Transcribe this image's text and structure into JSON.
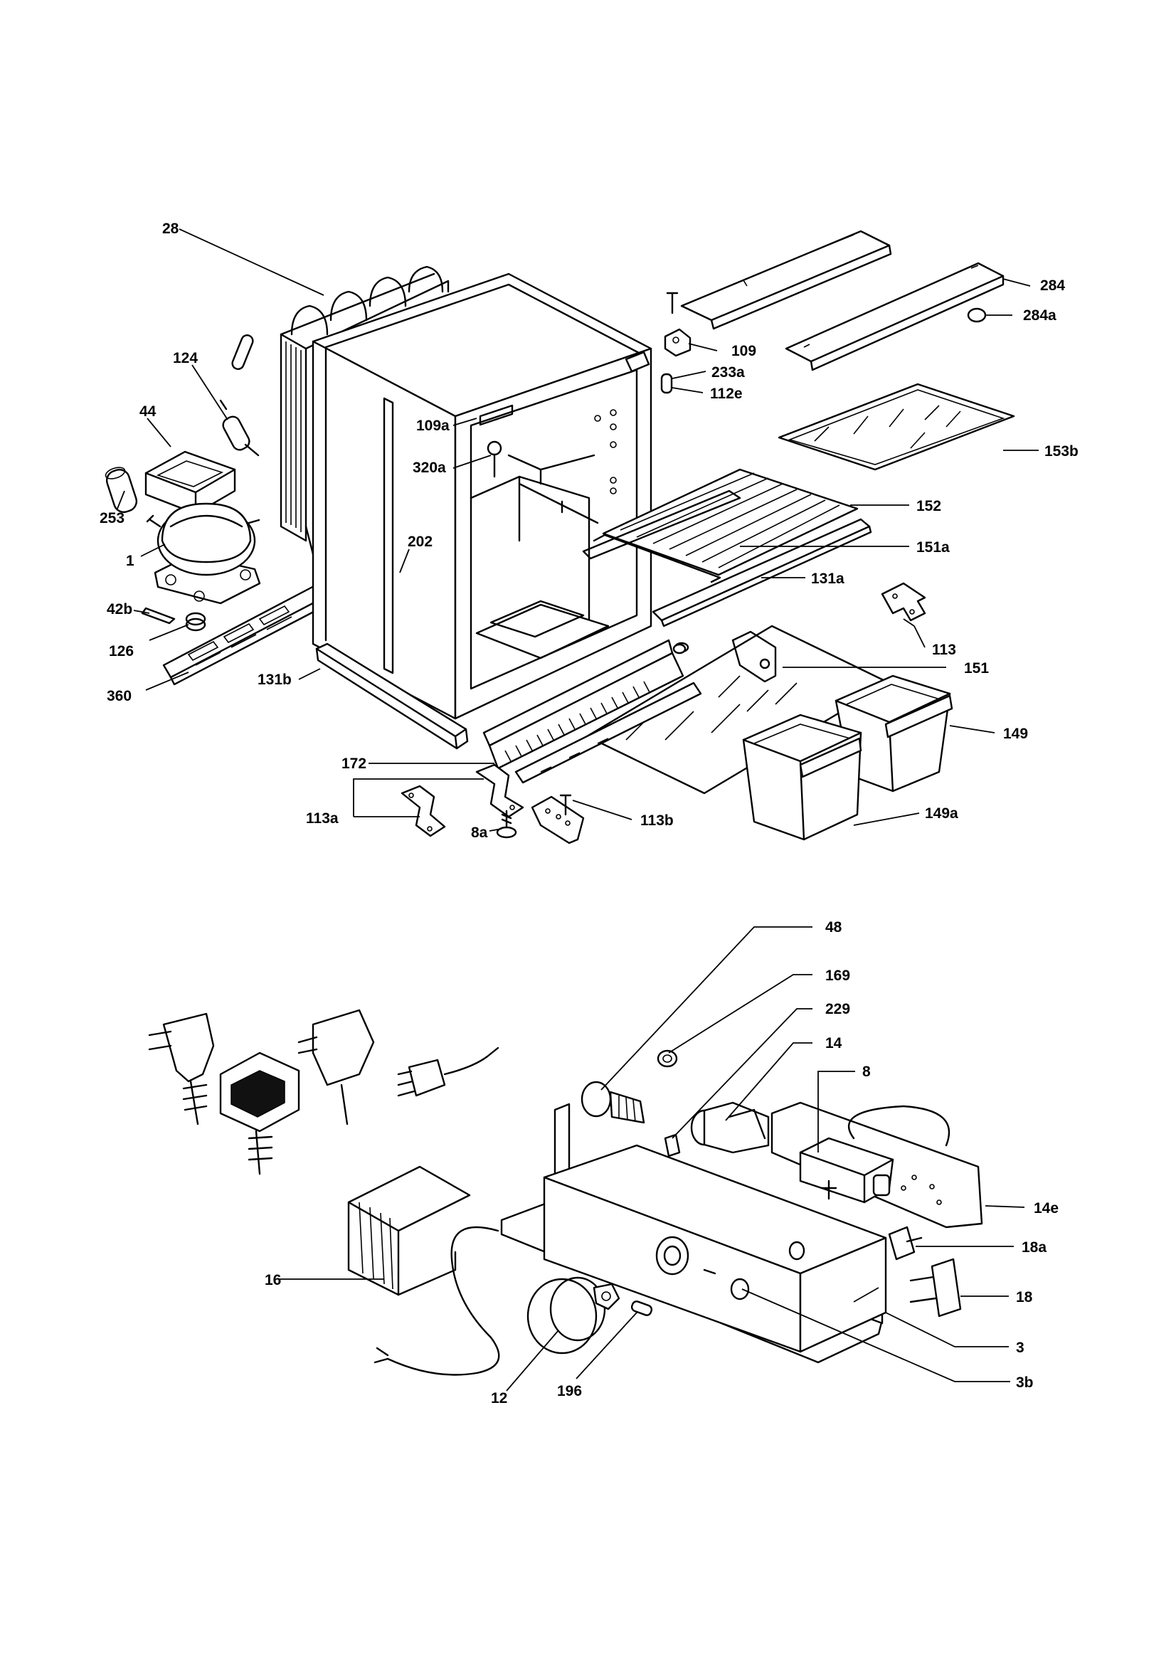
{
  "labels": {
    "l28": "28",
    "l124": "124",
    "l44": "44",
    "l253": "253",
    "l1": "1",
    "l42b": "42b",
    "l126": "126",
    "l360": "360",
    "l131b": "131b",
    "l202": "202",
    "l109a": "109a",
    "l320a": "320a",
    "l109": "109",
    "l233a": "233a",
    "l112e": "112e",
    "l284": "284",
    "l284a": "284a",
    "l153b": "153b",
    "l152": "152",
    "l151a": "151a",
    "l131a": "131a",
    "l113": "113",
    "l151": "151",
    "l149": "149",
    "l149a": "149a",
    "l172": "172",
    "l113a": "113a",
    "l8a": "8a",
    "l113b": "113b",
    "l48": "48",
    "l169": "169",
    "l229": "229",
    "l14": "14",
    "l8": "8",
    "l14e": "14e",
    "l18a": "18a",
    "l18": "18",
    "l3": "3",
    "l3b": "3b",
    "l16": "16",
    "l12": "12",
    "l196": "196"
  }
}
